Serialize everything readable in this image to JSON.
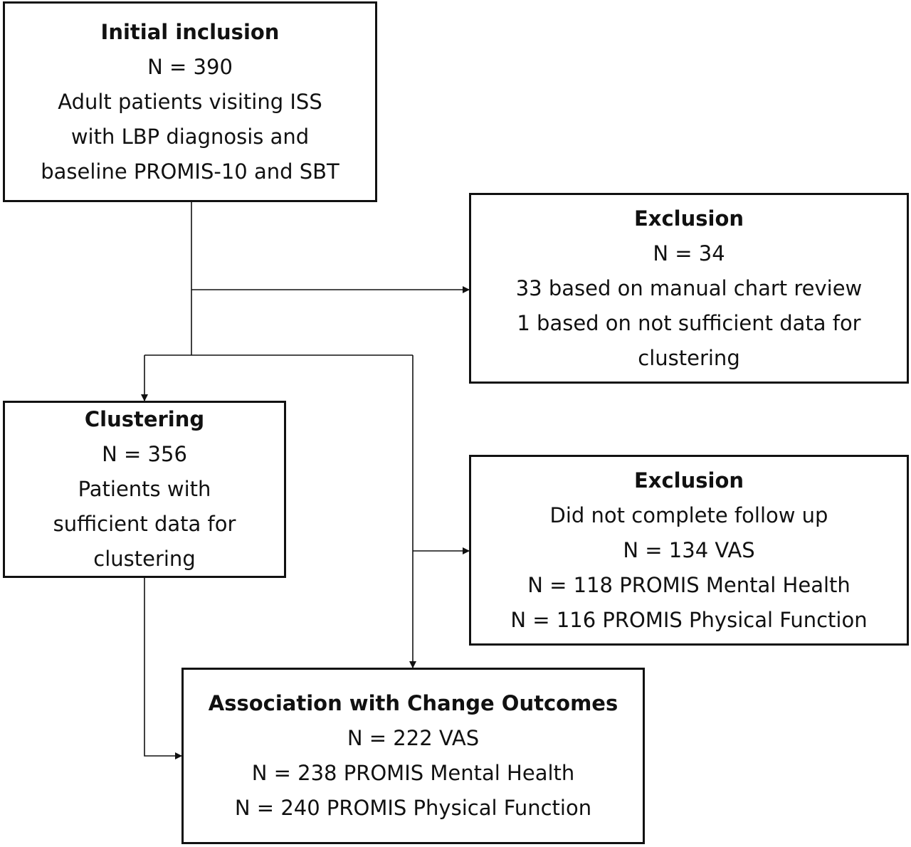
{
  "boxes": {
    "initial": {
      "title": "Initial inclusion",
      "lines": [
        "N = 390",
        "Adult patients visiting ISS",
        "with LBP diagnosis and",
        "baseline PROMIS-10 and SBT"
      ]
    },
    "exclusion1": {
      "title": "Exclusion",
      "lines": [
        "N = 34",
        "33 based on manual chart review",
        "1 based on not sufficient data for",
        "clustering"
      ]
    },
    "clustering": {
      "title": "Clustering",
      "lines": [
        "N = 356",
        "Patients with",
        "sufficient data for",
        "clustering"
      ]
    },
    "exclusion2": {
      "title": "Exclusion",
      "lines": [
        "Did not complete follow up",
        "N = 134 VAS",
        "N = 118 PROMIS Mental Health",
        "N = 116 PROMIS Physical Function"
      ]
    },
    "association": {
      "title": "Association with Change Outcomes",
      "lines": [
        "N = 222 VAS",
        "N = 238 PROMIS Mental Health",
        "N = 240 PROMIS Physical Function"
      ]
    }
  },
  "colors": {
    "stroke": "#111111",
    "background": "#ffffff"
  }
}
